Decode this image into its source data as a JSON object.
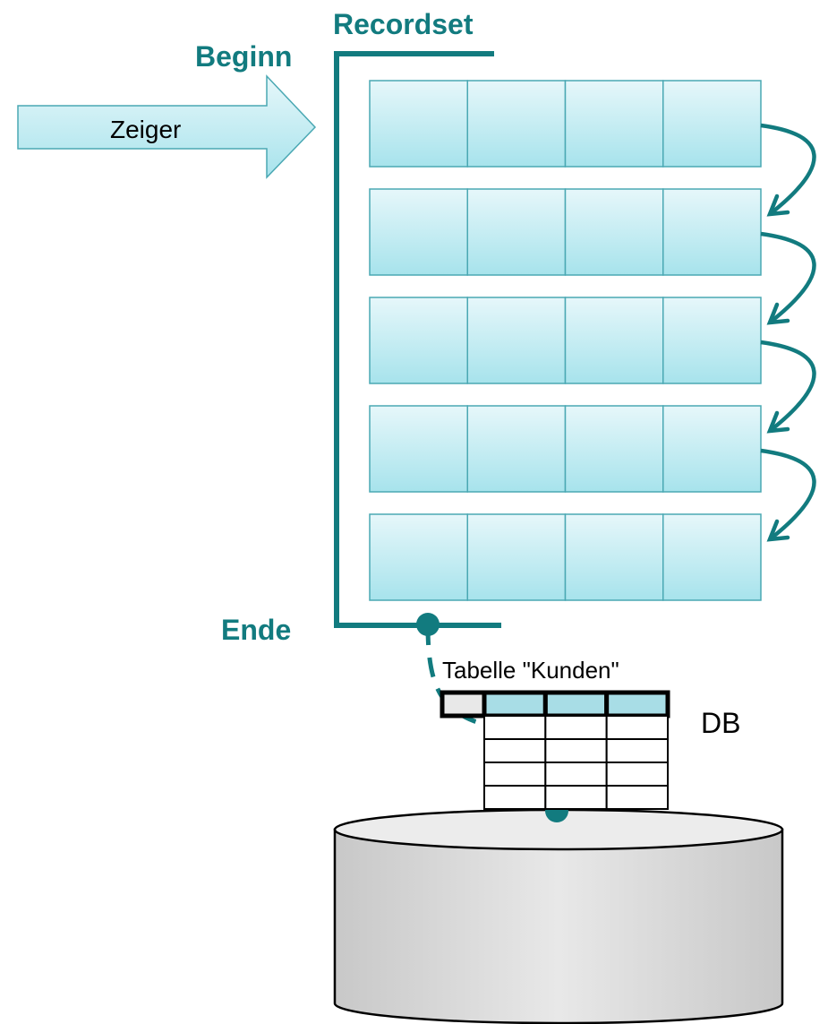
{
  "labels": {
    "recordset": "Recordset",
    "beginn": "Beginn",
    "ende": "Ende",
    "zeiger": "Zeiger",
    "table_caption": "Tabelle \"Kunden\"",
    "db": "DB"
  },
  "recordset": {
    "row_count": 5,
    "cells_per_row": 4
  },
  "db_table": {
    "header_cells": 4,
    "body_rows": 4,
    "body_columns": 3
  },
  "colors": {
    "teal": "#127b7f",
    "cell_top": "#e6f7fa",
    "cell_bottom": "#a7e3ec",
    "cell_border": "#4aa8b3",
    "db_fill": "#d7d7d7",
    "db_top": "#ececec",
    "header_cell": "#a8dde6"
  }
}
